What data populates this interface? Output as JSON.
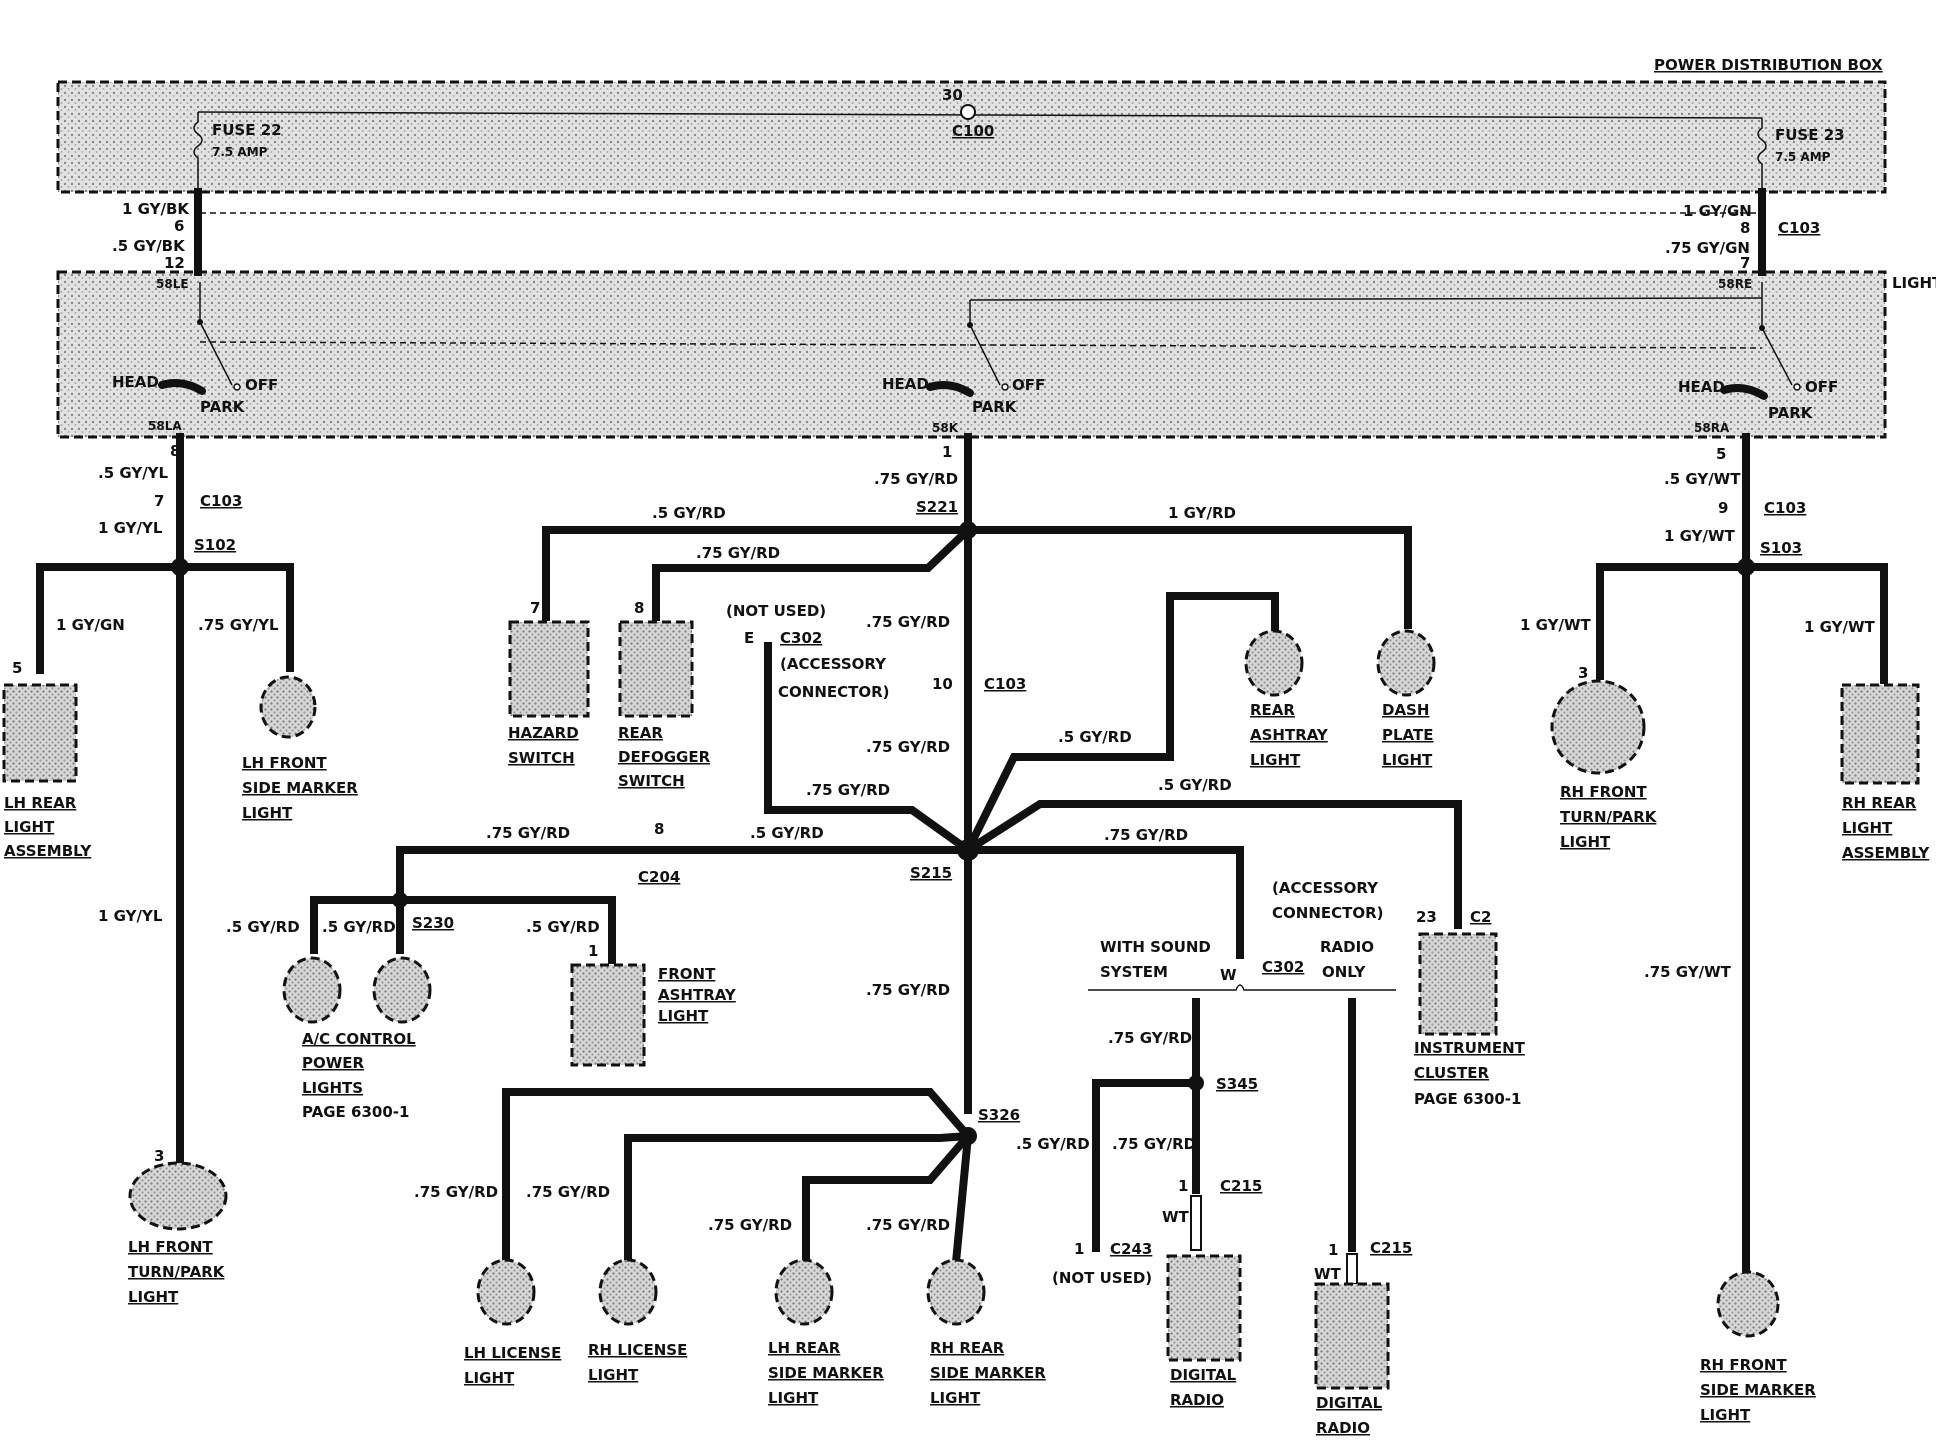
{
  "boxes": {
    "pdb": "POWER DISTRIBUTION BOX",
    "light_switch": "LIGHT SWITCH"
  },
  "pdb": {
    "terminal_30": "30",
    "c100": "C100",
    "fuse22": "FUSE 22",
    "fuse22_amp": "7.5 AMP",
    "fuse23": "FUSE 23",
    "fuse23_amp": "7.5 AMP"
  },
  "left_feed": {
    "w1": "1 GY/BK",
    "p1": "6",
    "w2": ".5 GY/BK",
    "p2": "12",
    "term": "58LE"
  },
  "right_feed": {
    "w1": "1 GY/GN",
    "p1": "8",
    "conn": "C103",
    "w2": ".75 GY/GN",
    "p2": "7",
    "term": "58RE"
  },
  "switch": {
    "head": "HEAD",
    "off": "OFF",
    "park": "PARK",
    "t_left": "58LA",
    "t_center": "58K",
    "t_right": "58RA"
  },
  "left": {
    "pin_top": "8",
    "w1": ".5 GY/YL",
    "pin_c103": "7",
    "c103": "C103",
    "w2": "1 GY/YL",
    "s102": "S102",
    "w_gn": "1 GY/GN",
    "w_yl": ".75 GY/YL",
    "pin5": "5",
    "pin3": "3",
    "w_down": "1 GY/YL",
    "lh_rear": [
      "LH REAR",
      "LIGHT",
      "ASSEMBLY"
    ],
    "lh_side": [
      "LH FRONT",
      "SIDE MARKER",
      "LIGHT"
    ],
    "lh_front": [
      "LH FRONT",
      "TURN/PARK",
      "LIGHT"
    ]
  },
  "center": {
    "pin_top": "1",
    "w_top": ".75 GY/RD",
    "s221": "S221",
    "w_5": ".5 GY/RD",
    "w_1": "1 GY/RD",
    "w_75a": ".75 GY/RD",
    "pin7": "7",
    "pin8": "8",
    "hazard": [
      "HAZARD",
      "SWITCH"
    ],
    "defogger": [
      "REAR",
      "DEFOGGER",
      "SWITCH"
    ],
    "not_used": "(NOT USED)",
    "pin_e": "E",
    "c302": "C302",
    "acc": [
      "(ACCESSORY",
      "CONNECTOR)"
    ],
    "w_trunk1": ".75 GY/RD",
    "pin10": "10",
    "c103": "C103",
    "w_trunk2": ".75 GY/RD",
    "rear_ashtray": [
      "REAR",
      "ASHTRAY",
      "LIGHT"
    ],
    "dash": [
      "DASH",
      "PLATE",
      "LIGHT"
    ],
    "w_ra": ".5 GY/RD",
    "w_dash": ".5 GY/RD",
    "w_c302": ".75 GY/RD",
    "s215": "S215",
    "w_left1": ".75 GY/RD",
    "w_left2": ".5 GY/RD",
    "pin_c204": "8",
    "c204": "C204",
    "w_ic": ".75 GY/RD",
    "s230": "S230",
    "w_ac1": ".5 GY/RD",
    "w_ac2": ".5 GY/RD",
    "w_fa": ".5 GY/RD",
    "pin_fa": "1",
    "ac": [
      "A/C CONTROL",
      "POWER",
      "LIGHTS",
      "PAGE 6300-1"
    ],
    "front_ashtray": [
      "FRONT",
      "ASHTRAY",
      "LIGHT"
    ],
    "w_trunk3": ".75 GY/RD",
    "s326": "S326",
    "w_l1": ".75 GY/RD",
    "w_l2": ".75 GY/RD",
    "w_l3": ".75 GY/RD",
    "w_l4": ".75 GY/RD",
    "lh_license": [
      "LH LICENSE",
      "LIGHT"
    ],
    "rh_license": [
      "RH LICENSE",
      "LIGHT"
    ],
    "lh_rear_sm": [
      "LH REAR",
      "SIDE MARKER",
      "LIGHT"
    ],
    "rh_rear_sm": [
      "RH REAR",
      "SIDE MARKER",
      "LIGHT"
    ]
  },
  "radio": {
    "acc": [
      "(ACCESSORY",
      "CONNECTOR)"
    ],
    "with_sound": [
      "WITH SOUND",
      "SYSTEM"
    ],
    "pin_w": "W",
    "c302": "C302",
    "radio_only": [
      "RADIO",
      "ONLY"
    ],
    "w1": ".75 GY/RD",
    "s345": "S345",
    "w2": ".5 GY/RD",
    "w3": ".75 GY/RD",
    "pin1a": "1",
    "c215a": "C215",
    "wt_a": "WT",
    "pin1b": "1",
    "c243": "C243",
    "not_used": "(NOT USED)",
    "digital_a": [
      "DIGITAL",
      "RADIO"
    ],
    "pin1c": "1",
    "c215b": "C215",
    "wt_b": "WT",
    "digital_b": [
      "DIGITAL",
      "RADIO"
    ],
    "pin23": "23",
    "c2": "C2",
    "ic": [
      "INSTRUMENT",
      "CLUSTER",
      "PAGE 6300-1"
    ]
  },
  "right": {
    "pin_top": "5",
    "w1": ".5 GY/WT",
    "pin_c103": "9",
    "c103": "C103",
    "w2": "1 GY/WT",
    "s103": "S103",
    "w_l": "1 GY/WT",
    "w_r": "1 GY/WT",
    "pin3": "3",
    "w_down": ".75 GY/WT",
    "rh_front": [
      "RH FRONT",
      "TURN/PARK",
      "LIGHT"
    ],
    "rh_rear": [
      "RH REAR",
      "LIGHT",
      "ASSEMBLY"
    ],
    "rh_side": [
      "RH FRONT",
      "SIDE MARKER",
      "LIGHT"
    ]
  }
}
